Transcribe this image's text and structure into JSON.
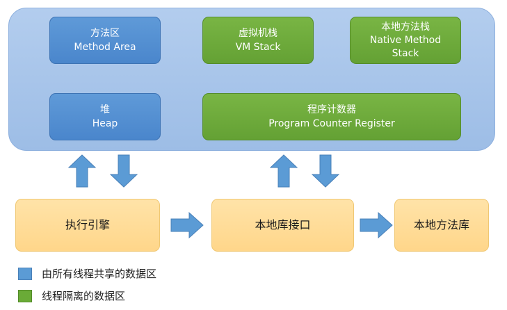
{
  "runtime_data_area": {
    "method_area": {
      "title": "方法区",
      "subtitle": "Method Area"
    },
    "vm_stack": {
      "title": "虚拟机栈",
      "subtitle": "VM Stack"
    },
    "native_method_stack": {
      "title": "本地方法栈",
      "subtitle_line1": "Native Method",
      "subtitle_line2": "Stack"
    },
    "heap": {
      "title": "堆",
      "subtitle": "Heap"
    },
    "program_counter": {
      "title": "程序计数器",
      "subtitle": "Program Counter Register"
    }
  },
  "bottom": {
    "execution_engine": "执行引擎",
    "native_interface": "本地库接口",
    "native_library": "本地方法库"
  },
  "legend": {
    "shared": "由所有线程共享的数据区",
    "isolated": "线程隔离的数据区"
  },
  "colors": {
    "shared_blue": "#4a86cc",
    "isolated_green": "#64a134",
    "arrow_blue": "#5b9bd5",
    "bottom_orange": "#ffd68a",
    "container_blue": "#a8c6ec"
  }
}
